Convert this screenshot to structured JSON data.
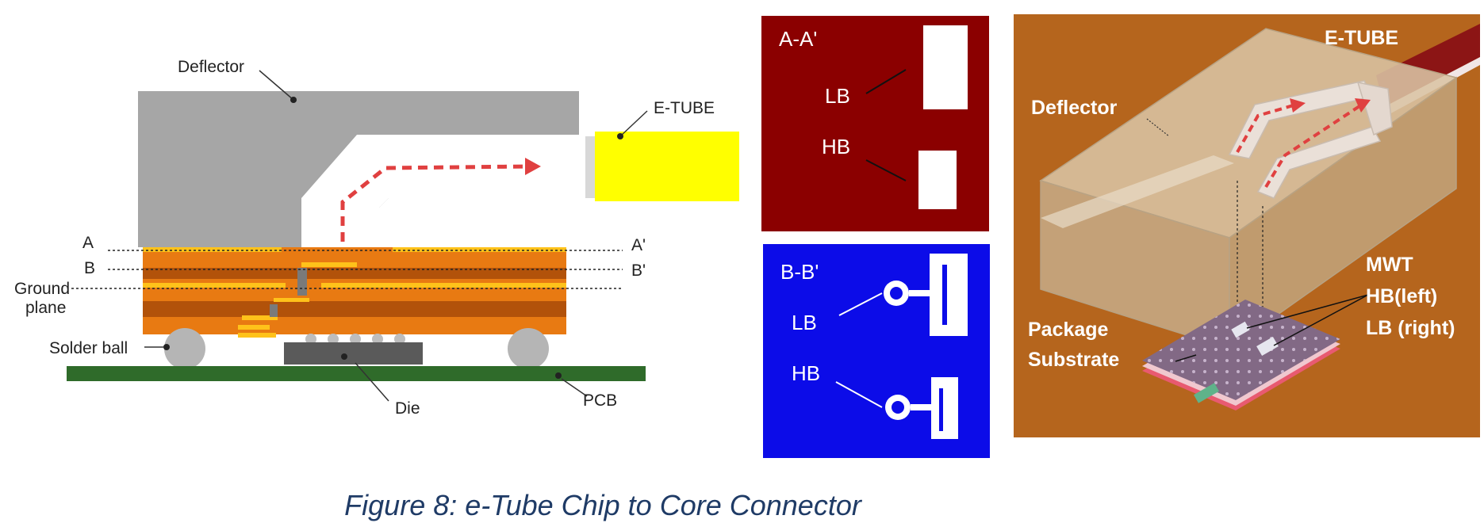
{
  "left_panel": {
    "deflector": "Deflector",
    "etube": "E-TUBE",
    "section_a": "A",
    "section_a_prime": "A'",
    "section_b": "B",
    "section_b_prime": "B'",
    "ground_plane": [
      "Ground",
      "plane"
    ],
    "solder_ball": "Solder ball",
    "die": "Die",
    "pcb": "PCB"
  },
  "panel_aa": {
    "title": "A-A'",
    "lb": "LB",
    "hb": "HB",
    "bg_color": "#8b0000"
  },
  "panel_bb": {
    "title": "B-B'",
    "lb": "LB",
    "hb": "HB",
    "bg_color": "#0c0ce8"
  },
  "right_panel": {
    "etube": "E-TUBE",
    "deflector": "Deflector",
    "mwt": "MWT",
    "hb_left": "HB(left)",
    "lb_right": "LB (right)",
    "package": [
      "Package",
      "Substrate"
    ],
    "bg_color": "#b5651d"
  },
  "caption": "Figure 8: e-Tube Chip to Core Connector",
  "colors": {
    "deflector": "#a6a6a6",
    "etube": "#ffff00",
    "substrate": "#e87a12",
    "pcb": "#2f6b2a",
    "arrow": "#e04040"
  }
}
